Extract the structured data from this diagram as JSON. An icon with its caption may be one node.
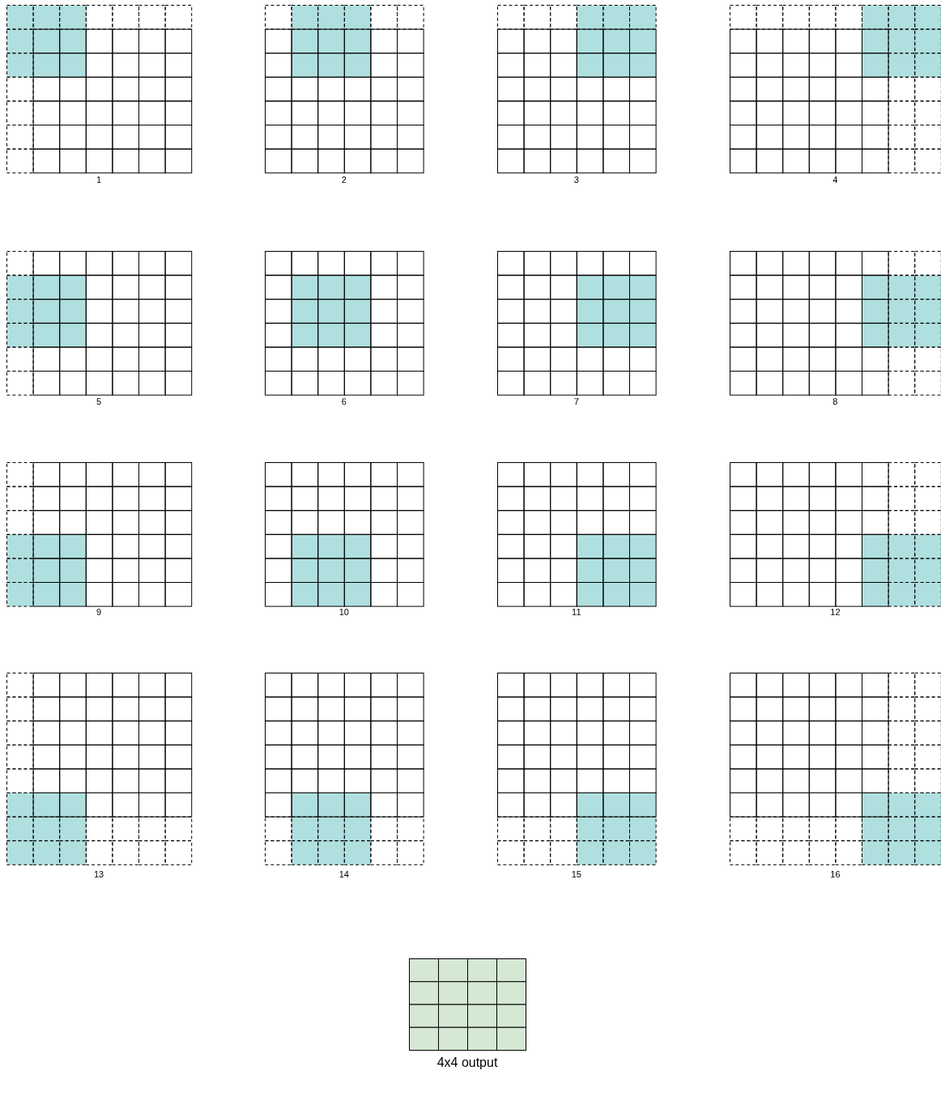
{
  "diagram": {
    "labels": [
      "1",
      "2",
      "3",
      "4",
      "5",
      "6",
      "7",
      "8",
      "9",
      "10",
      "11",
      "12",
      "13",
      "14",
      "15",
      "16",
      "4x4 output"
    ]
  }
}
